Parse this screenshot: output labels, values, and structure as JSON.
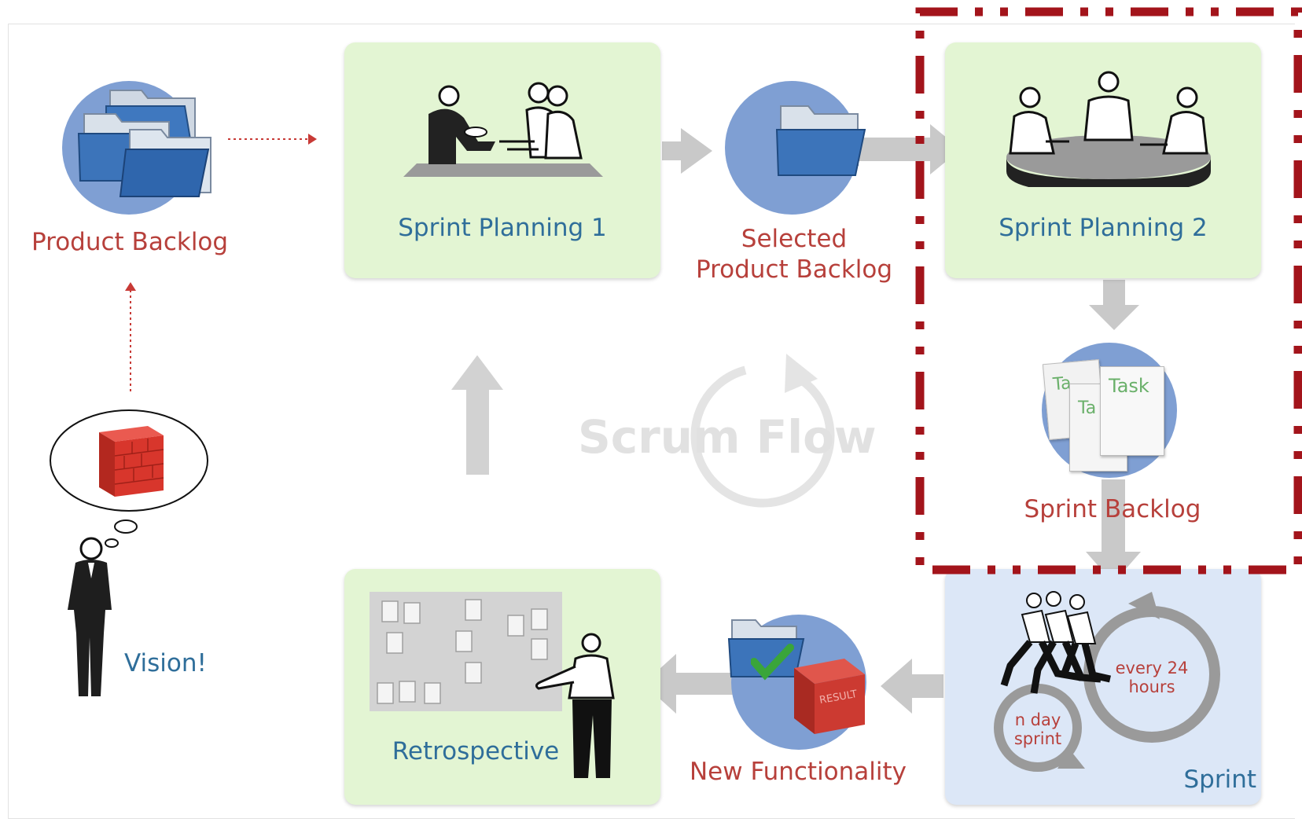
{
  "nodes": {
    "product_backlog": "Product Backlog",
    "sprint_planning_1": "Sprint Planning 1",
    "selected_backlog_line1": "Selected",
    "selected_backlog_line2": "Product Backlog",
    "sprint_planning_2": "Sprint Planning 2",
    "sprint_backlog": "Sprint Backlog",
    "sprint": "Sprint",
    "new_functionality": "New Functionality",
    "retrospective": "Retrospective",
    "vision": "Vision!"
  },
  "center": {
    "title": "Scrum Flow"
  },
  "sprint_cycle": {
    "daily_line1": "every 24",
    "daily_line2": "hours",
    "sprint_line1": "n day",
    "sprint_line2": "sprint"
  },
  "tasks": {
    "front": "Task",
    "mid": "Ta",
    "back": "Ta"
  },
  "result_cube": "RESULT",
  "colors": {
    "label_red": "#b7403b",
    "label_teal": "#2f6e9a",
    "box_green": "#e3f5d3",
    "box_blue": "#dce7f7",
    "circle_blue": "#7f9fd3",
    "arrow_grey": "#c9c9c9",
    "highlight": "#a3141b"
  },
  "icons": [
    "folder-stack-icon",
    "people-meeting-icon",
    "folder-icon",
    "round-table-meeting-icon",
    "task-papers-icon",
    "runners-icon",
    "cycle-arrow-icon",
    "result-cube-icon",
    "checkmark-icon",
    "board-icon",
    "presenter-icon",
    "brick-wall-icon",
    "businessman-icon"
  ]
}
